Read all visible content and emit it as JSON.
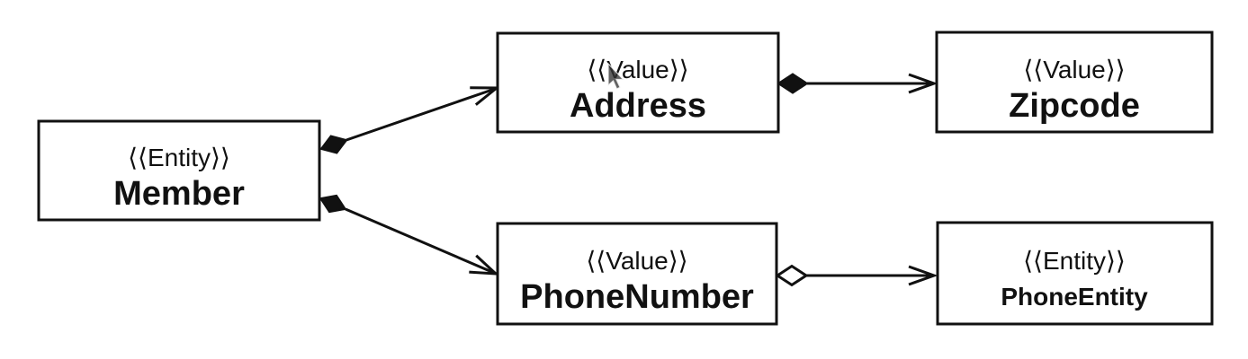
{
  "diagram_type": "uml-class-diagram",
  "colors": {
    "ink": "#111111",
    "paper": "#ffffff"
  },
  "nodes": {
    "member": {
      "stereotype": "⟨⟨Entity⟩⟩",
      "name": "Member"
    },
    "address": {
      "stereotype": "⟨⟨Value⟩⟩",
      "name": "Address"
    },
    "zipcode": {
      "stereotype": "⟨⟨Value⟩⟩",
      "name": "Zipcode"
    },
    "phonenumber": {
      "stereotype": "⟨⟨Value⟩⟩",
      "name": "PhoneNumber"
    },
    "phoneentity": {
      "stereotype": "⟨⟨Entity⟩⟩",
      "name": "PhoneEntity"
    }
  },
  "edges": [
    {
      "from": "Member",
      "to": "Address",
      "diamond": "filled",
      "arrowhead": "open",
      "relation": "composition"
    },
    {
      "from": "Member",
      "to": "PhoneNumber",
      "diamond": "filled",
      "arrowhead": "open",
      "relation": "composition"
    },
    {
      "from": "Address",
      "to": "Zipcode",
      "diamond": "filled",
      "arrowhead": "open",
      "relation": "composition"
    },
    {
      "from": "PhoneNumber",
      "to": "PhoneEntity",
      "diamond": "open",
      "arrowhead": "open",
      "relation": "aggregation"
    }
  ],
  "cursor": {
    "visible": true,
    "over": "Address stereotype"
  }
}
